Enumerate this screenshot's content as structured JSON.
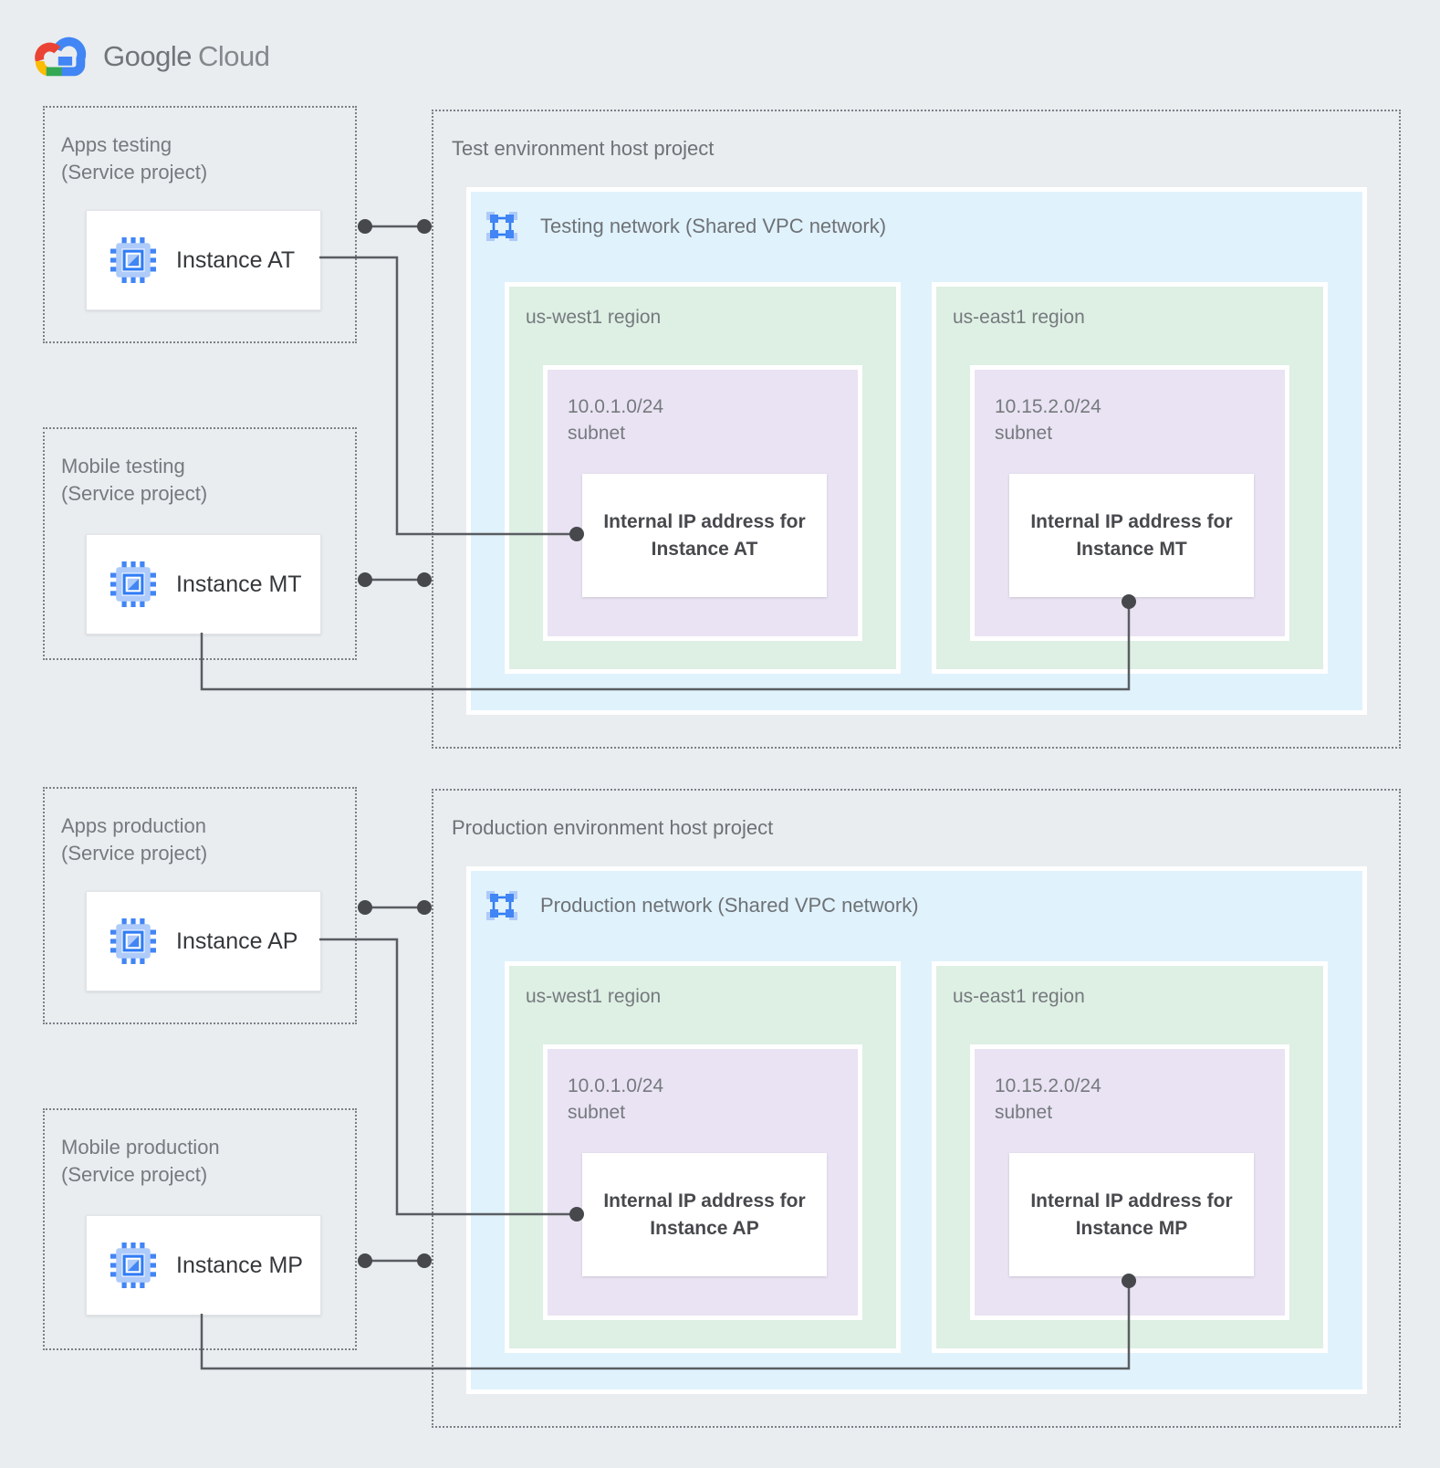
{
  "logo": {
    "brand": "Google",
    "product": "Cloud"
  },
  "colors": {
    "bg": "#e9edf0",
    "border-dash": "#7b8085",
    "text-gray": "#757a7e",
    "text-dark": "#35383b",
    "ip-text": "#47494d",
    "network-fill": "#e0f2fc",
    "region-fill": "#deefe4",
    "subnet-fill": "#eae3f3",
    "connector": "#595d61",
    "dot": "#46484b",
    "gcp-blue": "#4285F4",
    "gcp-blue-light": "#aecbfa",
    "gcp-red": "#EA4335",
    "gcp-yellow": "#FBBC04",
    "gcp-green": "#34A853"
  },
  "icons": {
    "logo": "google-cloud-logo",
    "instance": "compute-instance-chip-icon",
    "network": "vpc-network-icon"
  },
  "service_projects": [
    {
      "title": "Apps testing",
      "subtitle": "(Service project)",
      "instance_label": "Instance AT"
    },
    {
      "title": "Mobile testing",
      "subtitle": "(Service project)",
      "instance_label": "Instance MT"
    },
    {
      "title": "Apps production",
      "subtitle": "(Service project)",
      "instance_label": "Instance AP"
    },
    {
      "title": "Mobile production",
      "subtitle": "(Service project)",
      "instance_label": "Instance MP"
    }
  ],
  "host_projects": [
    {
      "title": "Test environment host project",
      "network_label": "Testing network (Shared VPC network)",
      "regions": [
        {
          "name": "us-west1 region",
          "subnet_cidr": "10.0.1.0/24",
          "subnet_word": "subnet",
          "ip_line1": "Internal IP address for",
          "ip_line2": "Instance AT"
        },
        {
          "name": "us-east1 region",
          "subnet_cidr": "10.15.2.0/24",
          "subnet_word": "subnet",
          "ip_line1": "Internal IP address for",
          "ip_line2": "Instance MT"
        }
      ]
    },
    {
      "title": "Production environment host project",
      "network_label": "Production network (Shared VPC network)",
      "regions": [
        {
          "name": "us-west1 region",
          "subnet_cidr": "10.0.1.0/24",
          "subnet_word": "subnet",
          "ip_line1": "Internal IP address for",
          "ip_line2": "Instance AP"
        },
        {
          "name": "us-east1 region",
          "subnet_cidr": "10.15.2.0/24",
          "subnet_word": "subnet",
          "ip_line1": "Internal IP address for",
          "ip_line2": "Instance MP"
        }
      ]
    }
  ]
}
